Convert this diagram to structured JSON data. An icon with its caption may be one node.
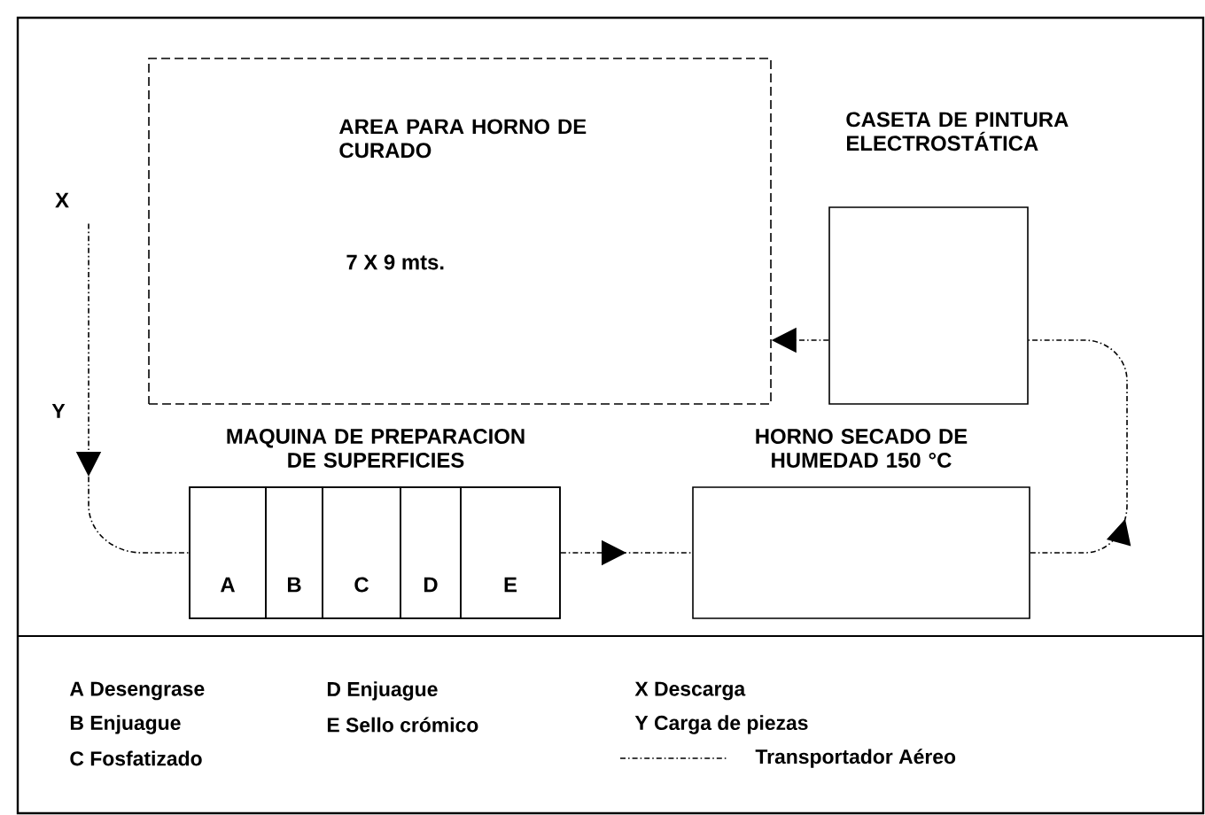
{
  "diagram": {
    "nodes": [
      {
        "text": [
          "AREA PARA HORNO DE CURADO",
          "7 X 9 mts."
        ]
      },
      {
        "text": [
          "CASETA DE PINTURA ELECTROSTÁTICA"
        ]
      },
      {
        "text": [
          "MAQUINA DE PREPARACION DE SUPERFICIES"
        ]
      },
      {
        "text": [
          "A"
        ],
        "in": 2
      },
      {
        "text": [
          "B"
        ],
        "in": 2
      },
      {
        "text": [
          "C"
        ],
        "in": 2
      },
      {
        "text": [
          "D"
        ],
        "in": 2
      },
      {
        "text": [
          "E"
        ],
        "in": 2
      },
      {
        "text": [
          "HORNO SECADO DE HUMEDAD 150 °C"
        ]
      },
      {
        "text": [
          "X"
        ]
      }
    ],
    "edges": [
      {
        "from": 9,
        "to": 2,
        "arrow": "to"
      },
      {
        "from": 2,
        "to": 8,
        "arrow": "to"
      },
      {
        "from": 8,
        "to": 1,
        "arrow": "to"
      },
      {
        "from": 1,
        "to": 0,
        "arrow": "to"
      }
    ],
    "labels": [
      "Y",
      "A Desengrase",
      "D Enjuague",
      "X Descarga",
      "B Enjuague",
      "E Sello crómico",
      "Y Carga de piezas",
      "C Fosfatizado"
    ],
    "legend": [
      {
        "text": "Transportador Aéreo"
      }
    ]
  }
}
